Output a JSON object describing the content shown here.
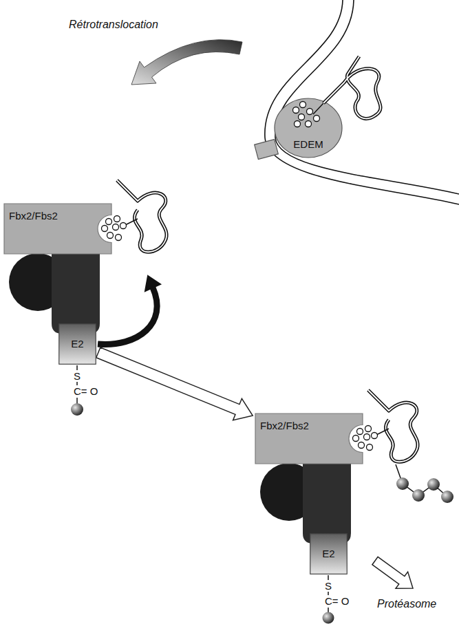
{
  "diagram": {
    "nodes": [
      {
        "text": [
          "EDEM"
        ]
      },
      {
        "text": [
          "Fbx2/Fbs2"
        ]
      },
      {
        "text": [
          "E2"
        ]
      },
      {
        "text": [
          "Fbx2/Fbs2"
        ]
      },
      {
        "text": [
          "E2"
        ]
      }
    ],
    "edges": [
      {
        "from": 2,
        "to": 3,
        "arrow": "to"
      }
    ],
    "labels": [
      "Rétrotranslocation",
      "S",
      "C= O",
      "S",
      "C= O",
      "Protéasome"
    ]
  }
}
